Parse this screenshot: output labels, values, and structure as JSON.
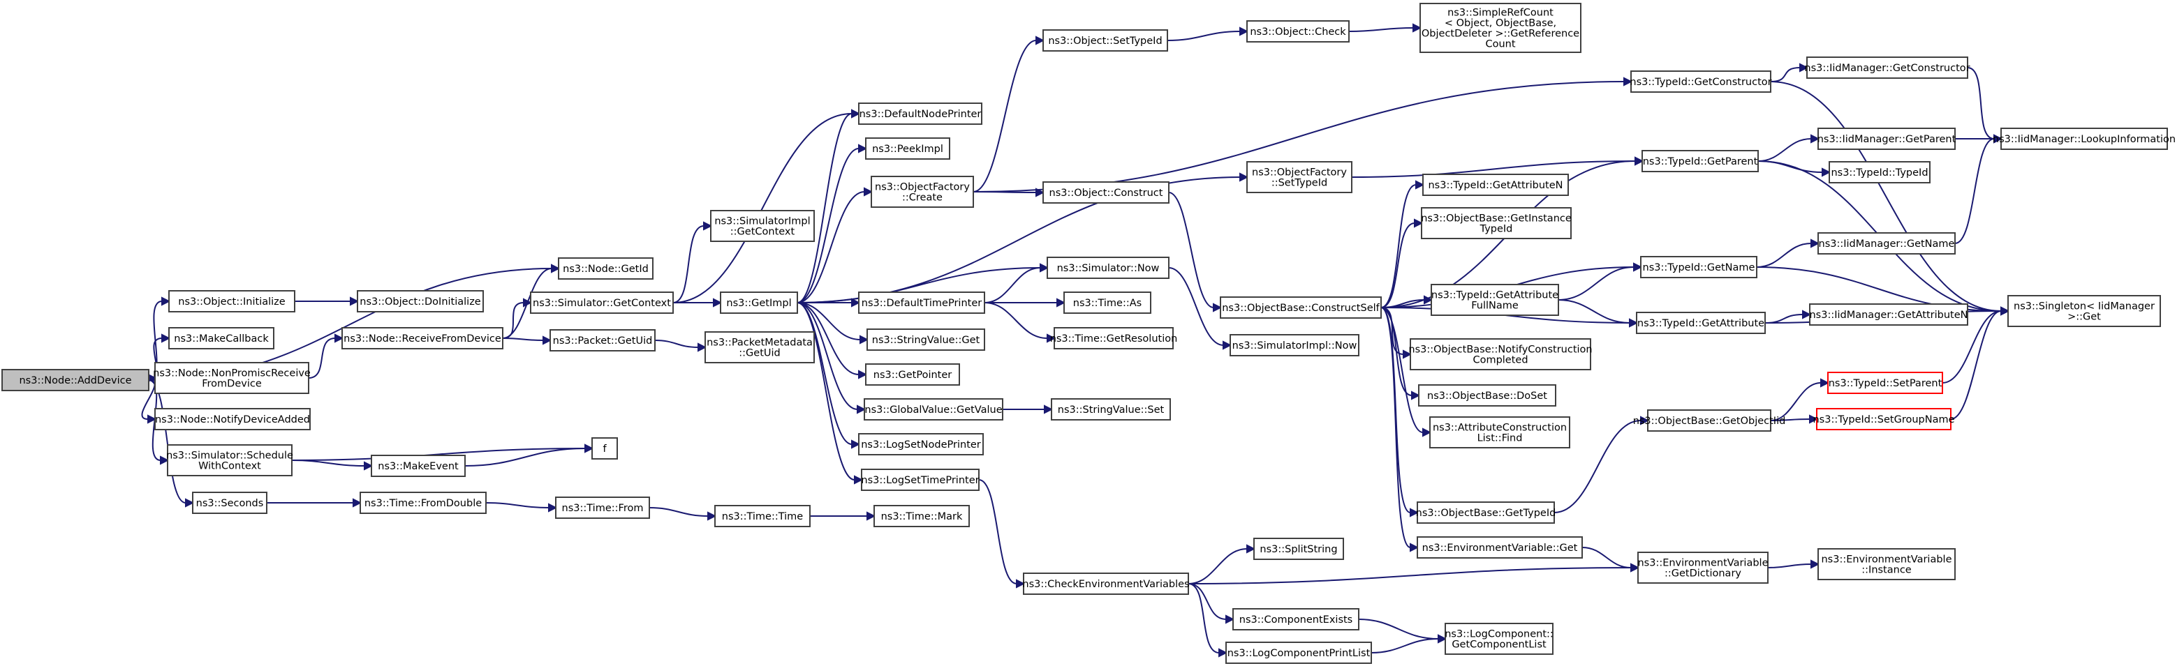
{
  "colors": {
    "edge": "#191970",
    "root_fill": "#bfbfbf",
    "highlight_border": "#ff0000"
  },
  "nodes": {
    "addDevice": {
      "lines": [
        "ns3::Node::AddDevice"
      ],
      "root": true
    },
    "nodeGetId": {
      "lines": [
        "ns3::Node::GetId"
      ]
    },
    "objInitialize": {
      "lines": [
        "ns3::Object::Initialize"
      ]
    },
    "makeCallback": {
      "lines": [
        "ns3::MakeCallback"
      ]
    },
    "nonPromisc": {
      "lines": [
        "ns3::Node::NonPromiscReceive",
        "FromDevice"
      ]
    },
    "notifyDevAdded": {
      "lines": [
        "ns3::Node::NotifyDeviceAdded"
      ]
    },
    "schedCtx": {
      "lines": [
        "ns3::Simulator::Schedule",
        "WithContext"
      ]
    },
    "seconds": {
      "lines": [
        "ns3::Seconds"
      ]
    },
    "doInitialize": {
      "lines": [
        "ns3::Object::DoInitialize"
      ]
    },
    "recvFromDev": {
      "lines": [
        "ns3::Node::ReceiveFromDevice"
      ]
    },
    "makeEvent": {
      "lines": [
        "ns3::MakeEvent"
      ]
    },
    "f": {
      "lines": [
        "f"
      ]
    },
    "fromDouble": {
      "lines": [
        "ns3::Time::FromDouble"
      ]
    },
    "simGetContext": {
      "lines": [
        "ns3::Simulator::GetContext"
      ]
    },
    "pktGetUid": {
      "lines": [
        "ns3::Packet::GetUid"
      ]
    },
    "timeFrom": {
      "lines": [
        "ns3::Time::From"
      ]
    },
    "simImplGetCtx": {
      "lines": [
        "ns3::SimulatorImpl",
        "::GetContext"
      ]
    },
    "pmGetUid": {
      "lines": [
        "ns3::PacketMetadata",
        "::GetUid"
      ]
    },
    "timeTime": {
      "lines": [
        "ns3::Time::Time"
      ]
    },
    "getImpl": {
      "lines": [
        "ns3::GetImpl"
      ]
    },
    "timeMark": {
      "lines": [
        "ns3::Time::Mark"
      ]
    },
    "defNodePrinter": {
      "lines": [
        "ns3::DefaultNodePrinter"
      ]
    },
    "peekImpl": {
      "lines": [
        "ns3::PeekImpl"
      ]
    },
    "objFactCreate": {
      "lines": [
        "ns3::ObjectFactory",
        "::Create"
      ]
    },
    "defTimePrinter": {
      "lines": [
        "ns3::DefaultTimePrinter"
      ]
    },
    "strValGet": {
      "lines": [
        "ns3::StringValue::Get"
      ]
    },
    "getPointer": {
      "lines": [
        "ns3::GetPointer"
      ]
    },
    "gvGetValue": {
      "lines": [
        "ns3::GlobalValue::GetValue"
      ]
    },
    "logSetNodePrinter": {
      "lines": [
        "ns3::LogSetNodePrinter"
      ]
    },
    "logSetTimePrinter": {
      "lines": [
        "ns3::LogSetTimePrinter"
      ]
    },
    "objSetTypeId": {
      "lines": [
        "ns3::Object::SetTypeId"
      ]
    },
    "objConstruct": {
      "lines": [
        "ns3::Object::Construct"
      ]
    },
    "simNow": {
      "lines": [
        "ns3::Simulator::Now"
      ]
    },
    "timeAs": {
      "lines": [
        "ns3::Time::As"
      ]
    },
    "timeGetRes": {
      "lines": [
        "ns3::Time::GetResolution"
      ]
    },
    "strValSet": {
      "lines": [
        "ns3::StringValue::Set"
      ]
    },
    "checkEnv": {
      "lines": [
        "ns3::CheckEnvironmentVariables"
      ]
    },
    "objCheck": {
      "lines": [
        "ns3::Object::Check"
      ]
    },
    "srcGetRef": {
      "lines": [
        "ns3::SimpleRefCount",
        "< Object, ObjectBase,",
        "ObjectDeleter >::GetReference",
        "Count"
      ]
    },
    "ofSetTypeId": {
      "lines": [
        "ns3::ObjectFactory",
        "::SetTypeId"
      ]
    },
    "constructSelf": {
      "lines": [
        "ns3::ObjectBase::ConstructSelf"
      ]
    },
    "simImplNow": {
      "lines": [
        "ns3::SimulatorImpl::Now"
      ]
    },
    "splitString": {
      "lines": [
        "ns3::SplitString"
      ]
    },
    "compExists": {
      "lines": [
        "ns3::ComponentExists"
      ]
    },
    "logCompPrint": {
      "lines": [
        "ns3::LogComponentPrintList"
      ]
    },
    "tidGetAttrN": {
      "lines": [
        "ns3::TypeId::GetAttributeN"
      ]
    },
    "obGetInstTid": {
      "lines": [
        "ns3::ObjectBase::GetInstance",
        "TypeId"
      ]
    },
    "tidGetAttrFull": {
      "lines": [
        "ns3::TypeId::GetAttribute",
        "FullName"
      ]
    },
    "obNotifyConstr": {
      "lines": [
        "ns3::ObjectBase::NotifyConstruction",
        "Completed"
      ]
    },
    "obDoSet": {
      "lines": [
        "ns3::ObjectBase::DoSet"
      ]
    },
    "acFind": {
      "lines": [
        "ns3::AttributeConstruction",
        "List::Find"
      ]
    },
    "obGetTypeId": {
      "lines": [
        "ns3::ObjectBase::GetTypeId"
      ]
    },
    "envGet": {
      "lines": [
        "ns3::EnvironmentVariable::Get"
      ]
    },
    "tidGetCtor": {
      "lines": [
        "ns3::TypeId::GetConstructor"
      ]
    },
    "tidGetParent": {
      "lines": [
        "ns3::TypeId::GetParent"
      ]
    },
    "tidGetName": {
      "lines": [
        "ns3::TypeId::GetName"
      ]
    },
    "tidGetAttr": {
      "lines": [
        "ns3::TypeId::GetAttribute"
      ]
    },
    "obGetObjTid": {
      "lines": [
        "ns3::ObjectBase::GetObjectIid"
      ]
    },
    "envGetDict": {
      "lines": [
        "ns3::EnvironmentVariable",
        "::GetDictionary"
      ]
    },
    "logCompGetList": {
      "lines": [
        "ns3::LogComponent::",
        "GetComponentList"
      ]
    },
    "iidGetCtor": {
      "lines": [
        "ns3::IidManager::GetConstructor"
      ]
    },
    "iidGetParent": {
      "lines": [
        "ns3::IidManager::GetParent"
      ]
    },
    "tidTypeId": {
      "lines": [
        "ns3::TypeId::TypeId"
      ]
    },
    "iidGetName": {
      "lines": [
        "ns3::IidManager::GetName"
      ]
    },
    "iidGetAttrN": {
      "lines": [
        "ns3::IidManager::GetAttributeN"
      ]
    },
    "tidSetParent": {
      "lines": [
        "ns3::TypeId::SetParent"
      ],
      "red": true
    },
    "tidSetGroup": {
      "lines": [
        "ns3::TypeId::SetGroupName"
      ],
      "red": true
    },
    "envInstance": {
      "lines": [
        "ns3::EnvironmentVariable",
        "::Instance"
      ]
    },
    "iidLookup": {
      "lines": [
        "ns3::IidManager::LookupInformation"
      ]
    },
    "singletonGet": {
      "lines": [
        "ns3::Singleton< IidManager",
        " >::Get"
      ]
    }
  },
  "edges": [
    [
      "addDevice",
      "nodeGetId"
    ],
    [
      "addDevice",
      "objInitialize"
    ],
    [
      "addDevice",
      "makeCallback"
    ],
    [
      "addDevice",
      "nonPromisc"
    ],
    [
      "addDevice",
      "notifyDevAdded"
    ],
    [
      "addDevice",
      "schedCtx"
    ],
    [
      "addDevice",
      "seconds"
    ],
    [
      "objInitialize",
      "doInitialize"
    ],
    [
      "nonPromisc",
      "recvFromDev"
    ],
    [
      "schedCtx",
      "f"
    ],
    [
      "schedCtx",
      "makeEvent"
    ],
    [
      "makeEvent",
      "f"
    ],
    [
      "seconds",
      "fromDouble"
    ],
    [
      "fromDouble",
      "timeFrom"
    ],
    [
      "timeFrom",
      "timeTime"
    ],
    [
      "timeTime",
      "timeMark"
    ],
    [
      "recvFromDev",
      "nodeGetId"
    ],
    [
      "recvFromDev",
      "simGetContext"
    ],
    [
      "recvFromDev",
      "pktGetUid"
    ],
    [
      "pktGetUid",
      "pmGetUid"
    ],
    [
      "simGetContext",
      "simImplGetCtx"
    ],
    [
      "simGetContext",
      "getImpl"
    ],
    [
      "simGetContext",
      "defNodePrinter"
    ],
    [
      "getImpl",
      "defNodePrinter"
    ],
    [
      "getImpl",
      "peekImpl"
    ],
    [
      "getImpl",
      "objFactCreate"
    ],
    [
      "getImpl",
      "defTimePrinter"
    ],
    [
      "getImpl",
      "strValGet"
    ],
    [
      "getImpl",
      "getPointer"
    ],
    [
      "getImpl",
      "gvGetValue"
    ],
    [
      "getImpl",
      "logSetNodePrinter"
    ],
    [
      "getImpl",
      "logSetTimePrinter"
    ],
    [
      "getImpl",
      "simNow"
    ],
    [
      "getImpl",
      "ofSetTypeId"
    ],
    [
      "objFactCreate",
      "objSetTypeId"
    ],
    [
      "objFactCreate",
      "objConstruct"
    ],
    [
      "objFactCreate",
      "tidGetCtor"
    ],
    [
      "objSetTypeId",
      "objCheck"
    ],
    [
      "objCheck",
      "srcGetRef"
    ],
    [
      "defTimePrinter",
      "simNow"
    ],
    [
      "defTimePrinter",
      "timeAs"
    ],
    [
      "defTimePrinter",
      "timeGetRes"
    ],
    [
      "simNow",
      "simImplNow"
    ],
    [
      "gvGetValue",
      "strValSet"
    ],
    [
      "logSetTimePrinter",
      "checkEnv"
    ],
    [
      "checkEnv",
      "splitString"
    ],
    [
      "checkEnv",
      "envGetDict"
    ],
    [
      "checkEnv",
      "compExists"
    ],
    [
      "checkEnv",
      "logCompPrint"
    ],
    [
      "compExists",
      "logCompGetList"
    ],
    [
      "logCompPrint",
      "logCompGetList"
    ],
    [
      "objConstruct",
      "constructSelf"
    ],
    [
      "ofSetTypeId",
      "tidGetParent"
    ],
    [
      "constructSelf",
      "tidGetParent"
    ],
    [
      "constructSelf",
      "tidGetAttrN"
    ],
    [
      "constructSelf",
      "obGetInstTid"
    ],
    [
      "constructSelf",
      "tidGetName"
    ],
    [
      "constructSelf",
      "tidGetAttrFull"
    ],
    [
      "constructSelf",
      "obNotifyConstr"
    ],
    [
      "constructSelf",
      "obDoSet"
    ],
    [
      "constructSelf",
      "acFind"
    ],
    [
      "constructSelf",
      "obGetTypeId"
    ],
    [
      "constructSelf",
      "envGet"
    ],
    [
      "constructSelf",
      "tidGetAttr"
    ],
    [
      "tidGetAttrFull",
      "tidGetName"
    ],
    [
      "tidGetAttrFull",
      "tidGetAttr"
    ],
    [
      "obGetTypeId",
      "obGetObjTid"
    ],
    [
      "envGet",
      "envGetDict"
    ],
    [
      "envGetDict",
      "envInstance"
    ],
    [
      "tidGetCtor",
      "iidGetCtor"
    ],
    [
      "tidGetCtor",
      "singletonGet"
    ],
    [
      "tidGetParent",
      "iidGetParent"
    ],
    [
      "tidGetParent",
      "tidTypeId"
    ],
    [
      "tidGetParent",
      "singletonGet"
    ],
    [
      "tidGetName",
      "iidGetName"
    ],
    [
      "tidGetName",
      "singletonGet"
    ],
    [
      "tidGetAttr",
      "iidGetAttrN"
    ],
    [
      "tidGetAttr",
      "singletonGet"
    ],
    [
      "obGetObjTid",
      "tidSetParent"
    ],
    [
      "obGetObjTid",
      "tidSetGroup"
    ],
    [
      "iidGetCtor",
      "iidLookup"
    ],
    [
      "iidGetParent",
      "iidLookup"
    ],
    [
      "iidGetName",
      "iidLookup"
    ],
    [
      "tidSetParent",
      "singletonGet"
    ],
    [
      "tidSetGroup",
      "singletonGet"
    ]
  ]
}
